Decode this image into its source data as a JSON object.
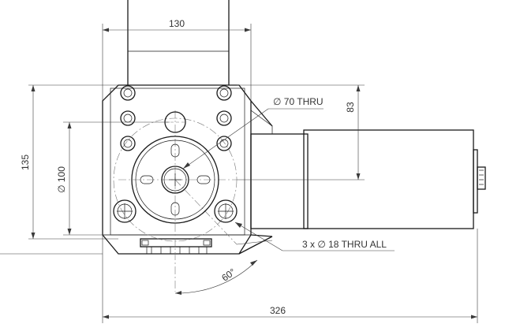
{
  "dimensions": {
    "top_width": "130",
    "height_right": "83",
    "height_left": "135",
    "bore_diameter": "∅ 100",
    "thru_hole_callout": "∅ 70 THRU",
    "bolt_hole_callout": "3 x  ∅  18 THRU ALL",
    "angle": "60°",
    "overall_width": "326"
  },
  "colors": {
    "line": "#1a1a1a",
    "dimension": "#3a3a3a",
    "centerline": "#777777",
    "background": "#ffffff"
  }
}
